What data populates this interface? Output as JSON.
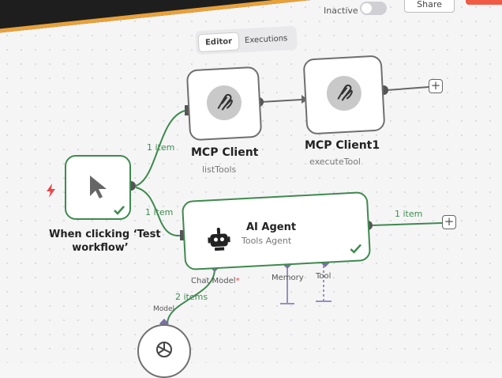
{
  "header": {
    "status_label": "Inactive",
    "share_label": "Share"
  },
  "tabs": [
    {
      "label": "Editor",
      "active": true
    },
    {
      "label": "Executions",
      "active": false
    }
  ],
  "nodes": {
    "trigger": {
      "title_line1": "When clicking ‘Test",
      "title_line2": "workflow’"
    },
    "mcp_client": {
      "title": "MCP Client",
      "subtitle": "listTools"
    },
    "mcp_client1": {
      "title": "MCP Client1",
      "subtitle": "executeTool"
    },
    "ai_agent": {
      "title": "AI Agent",
      "subtitle": "Tools Agent"
    },
    "openai_model": {
      "handle": "Model"
    }
  },
  "edges": {
    "trigger_to_mcp": "1 item",
    "trigger_to_agent": "1 item",
    "agent_out": "1 item",
    "model_to_agent": "2 items"
  },
  "agent_handles": {
    "chat_model": "Chat Model",
    "chat_model_required": "*",
    "memory": "Memory",
    "tool": "Tool"
  },
  "colors": {
    "success": "#3e8a4e",
    "required": "#e5484d",
    "handle": "#7b6fa6"
  }
}
